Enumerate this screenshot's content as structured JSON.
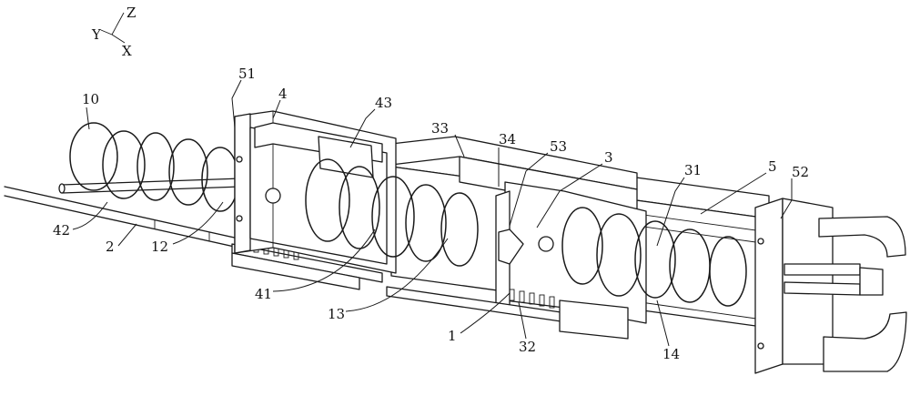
{
  "axes": {
    "z": "Z",
    "y": "Y",
    "x": "X"
  },
  "labels": {
    "l10": "10",
    "l51": "51",
    "l4": "4",
    "l43": "43",
    "l33": "33",
    "l34": "34",
    "l53": "53",
    "l3": "3",
    "l31": "31",
    "l5": "5",
    "l52": "52",
    "l42": "42",
    "l2": "2",
    "l12": "12",
    "l41": "41",
    "l13": "13",
    "l1": "1",
    "l32": "32",
    "l14": "14"
  }
}
